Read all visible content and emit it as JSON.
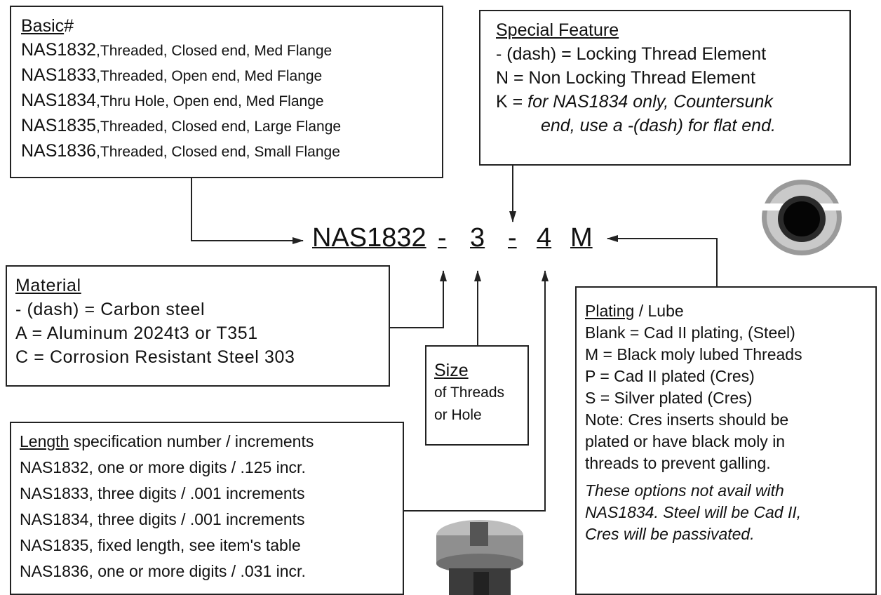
{
  "basic": {
    "title": "Basic",
    "title_suffix": "#",
    "items": [
      {
        "code": "NAS1832",
        "desc": ",Threaded, Closed end, Med Flange"
      },
      {
        "code": "NAS1833",
        "desc": ",Threaded, Open end, Med Flange"
      },
      {
        "code": "NAS1834",
        "desc": ",Thru Hole, Open end, Med Flange"
      },
      {
        "code": "NAS1835",
        "desc": ",Threaded, Closed end, Large Flange"
      },
      {
        "code": "NAS1836",
        "desc": ",Threaded, Closed end, Small Flange"
      }
    ]
  },
  "special": {
    "title": "Special Feature",
    "lines": [
      "- (dash) = Locking Thread Element",
      "N  =  Non Locking Thread Element"
    ],
    "k_prefix": "K = ",
    "k_line1": "for NAS1834 only, Countersunk",
    "k_line2": "end, use a -(dash) for flat end."
  },
  "code": {
    "base": "NAS1832",
    "dash1": "-",
    "size": "3",
    "dash2": "-",
    "length": "4",
    "plating": "M"
  },
  "material": {
    "title": "Material",
    "lines": [
      "- (dash) = Carbon steel",
      "A = Aluminum 2024t3 or T351",
      "C = Corrosion Resistant Steel 303"
    ]
  },
  "size": {
    "title": "Size",
    "line1": "of Threads",
    "line2": "or Hole"
  },
  "length": {
    "title": "Length",
    "title_rest": " specification number / increments",
    "lines": [
      "NAS1832, one or more digits  / .125 incr.",
      "NAS1833, three digits  / .001 increments",
      "NAS1834, three digits  / .001 increments",
      "NAS1835, fixed length,   see item's table",
      "NAS1836, one or more digits  / .031 incr."
    ]
  },
  "plating": {
    "title": "Plating",
    "title_rest": " / Lube",
    "lines": [
      "Blank =  Cad II plating, (Steel)",
      "M = Black moly lubed Threads",
      "P = Cad II plated (Cres)",
      "S = Silver plated (Cres)",
      "Note: Cres inserts should be",
      "plated or have black moly in",
      "threads to prevent galling."
    ],
    "italic_lines": [
      "These options not avail with",
      "NAS1834. Steel will be Cad II,",
      "Cres will be passivated."
    ]
  }
}
